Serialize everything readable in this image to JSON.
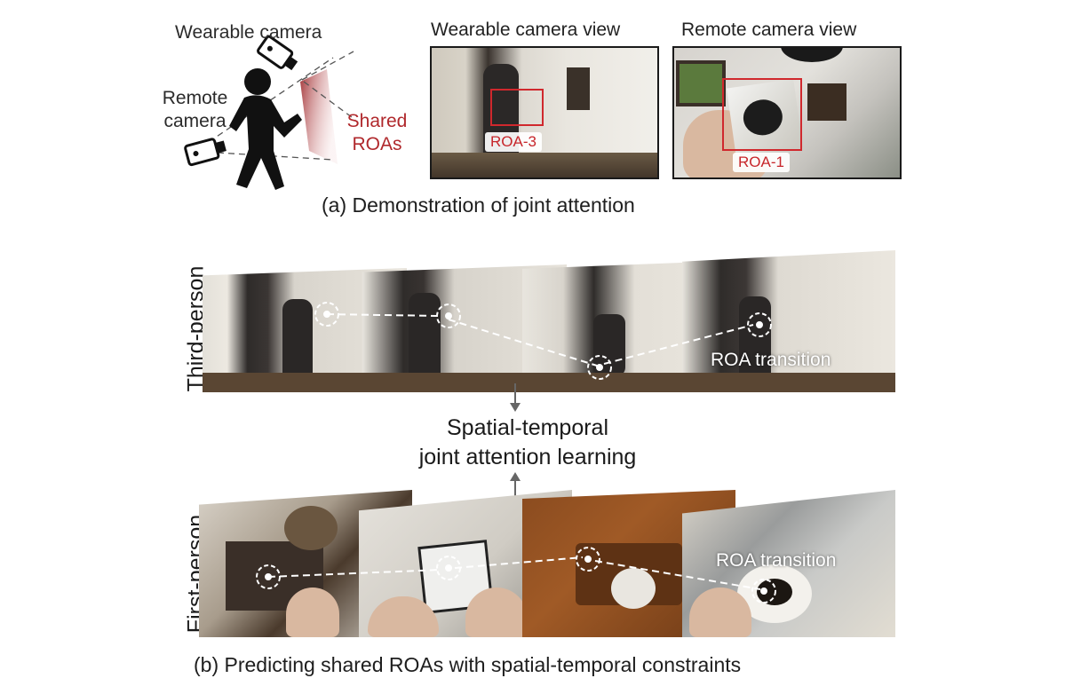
{
  "diagram_a": {
    "label_wearable_camera": "Wearable camera",
    "label_remote_camera": "Remote camera",
    "label_shared_roas": "Shared ROAs",
    "wearable_view_title": "Wearable camera view",
    "remote_view_title": "Remote camera view",
    "wearable_roa_tag": "ROA-3",
    "remote_roa_tag": "ROA-1",
    "caption": "(a) Demonstration of joint attention"
  },
  "diagram_b": {
    "third_person_label": "Third-person",
    "first_person_label": "First-person",
    "center_line1": "Spatial-temporal",
    "center_line2": "joint attention learning",
    "transition_label_top": "ROA transition",
    "transition_label_bottom": "ROA transition",
    "caption": "(b) Predicting shared ROAs with spatial-temporal constraints"
  },
  "colors": {
    "roa_red": "#d0282d",
    "shared_roa_red": "#b0282c"
  },
  "icons": [
    "person-silhouette-icon",
    "wearable-camera-icon",
    "remote-camera-icon",
    "attention-circle-icon"
  ]
}
